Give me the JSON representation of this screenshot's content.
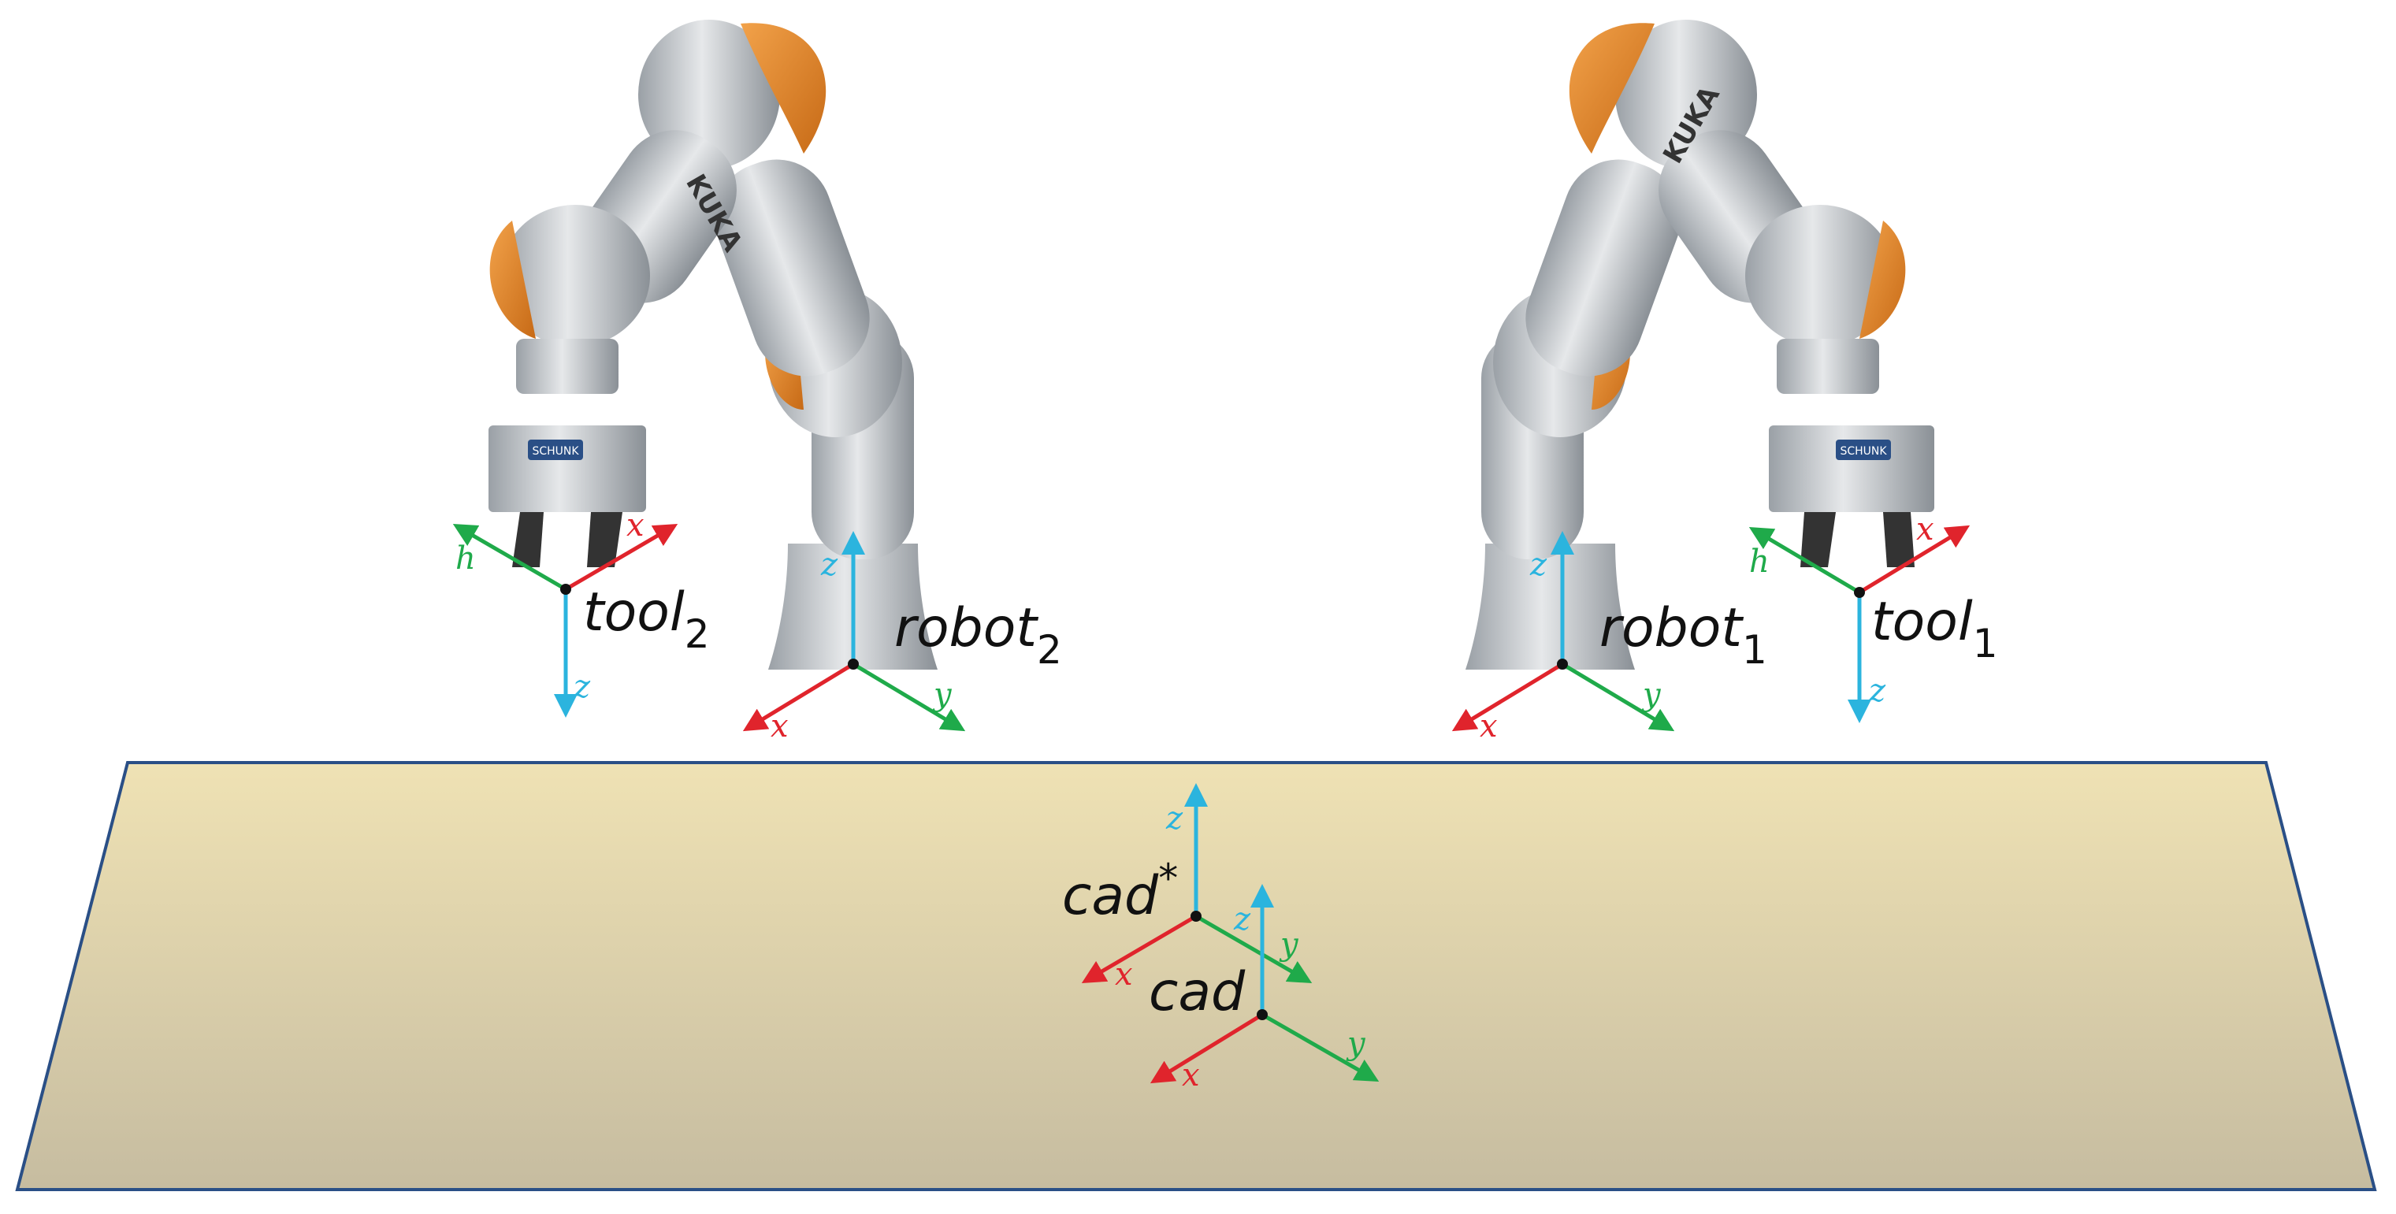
{
  "colors": {
    "x_axis": "#e0242c",
    "y_axis": "#1faa4a",
    "z_axis": "#2bb4de",
    "table_top": "#efe2b4",
    "table_bottom": "#c6bca0",
    "table_edge": "#2a4f86",
    "robot_body": "#c9cdd2",
    "robot_accent": "#e08a2c"
  },
  "axis_letters": {
    "x": "x",
    "y": "y",
    "z": "z",
    "h": "h"
  },
  "frames": {
    "tool2": {
      "base": "tool",
      "sub": "2"
    },
    "robot2": {
      "base": "robot",
      "sub": "2"
    },
    "robot1": {
      "base": "robot",
      "sub": "1"
    },
    "tool1": {
      "base": "tool",
      "sub": "1"
    },
    "cad_star": {
      "base": "cad",
      "sup": "*"
    },
    "cad": {
      "base": "cad"
    }
  },
  "robots": {
    "brand": "KUKA",
    "gripper_brand": "SCHUNK"
  }
}
